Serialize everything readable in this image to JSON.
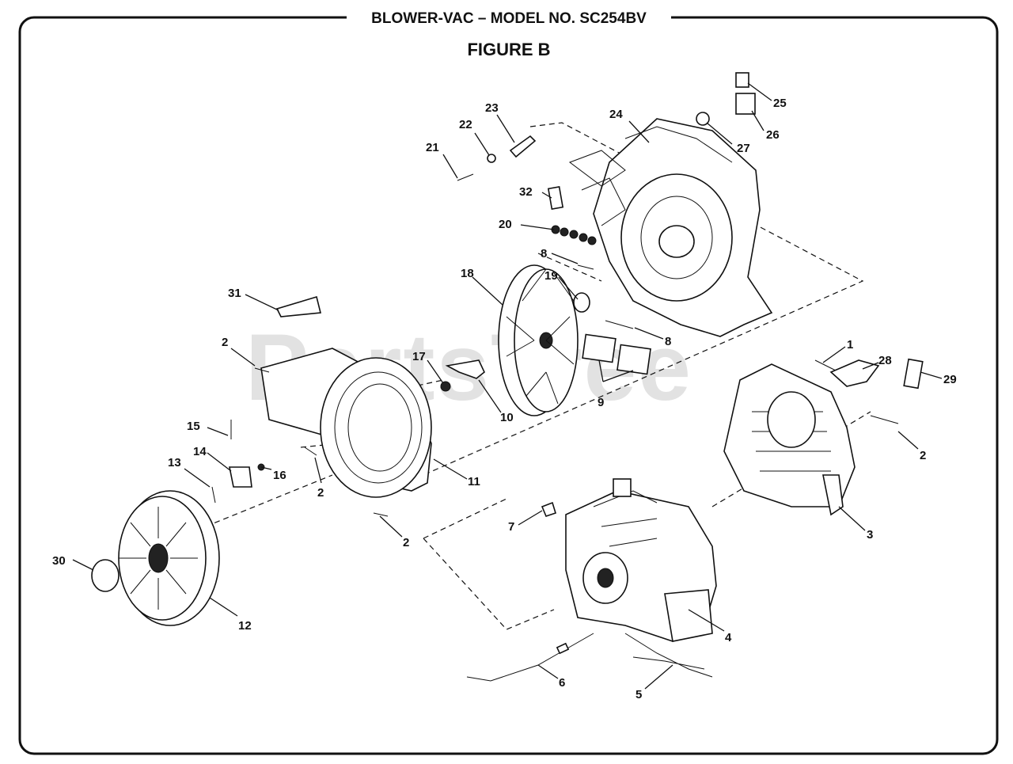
{
  "header": {
    "title": "BLOWER-VAC – MODEL NO. SC254BV",
    "figure": "FIGURE B"
  },
  "watermark": "PartsTree",
  "callouts": {
    "c1": "1",
    "c2a": "2",
    "c2b": "2",
    "c2c": "2",
    "c2d": "2",
    "c3": "3",
    "c4": "4",
    "c5": "5",
    "c6": "6",
    "c7": "7",
    "c8a": "8",
    "c8b": "8",
    "c9": "9",
    "c10": "10",
    "c11": "11",
    "c12": "12",
    "c13": "13",
    "c14": "14",
    "c15": "15",
    "c16": "16",
    "c17": "17",
    "c18": "18",
    "c19": "19",
    "c20": "20",
    "c21": "21",
    "c22": "22",
    "c23": "23",
    "c24": "24",
    "c25": "25",
    "c26": "26",
    "c27": "27",
    "c28": "28",
    "c29": "29",
    "c30": "30",
    "c31": "31",
    "c32": "32"
  }
}
